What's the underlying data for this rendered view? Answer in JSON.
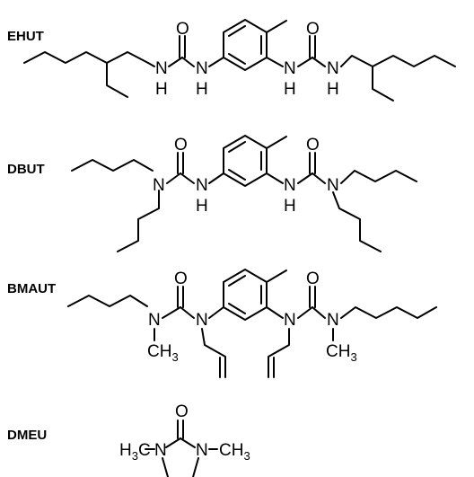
{
  "compounds": [
    {
      "name": "EHUT"
    },
    {
      "name": "DBUT"
    },
    {
      "name": "BMAUT"
    },
    {
      "name": "DMEU"
    }
  ],
  "atoms": {
    "O": "O",
    "N": "N",
    "H": "H",
    "CH": "CH",
    "three": "3",
    "H3C_H": "H",
    "C": "C"
  }
}
